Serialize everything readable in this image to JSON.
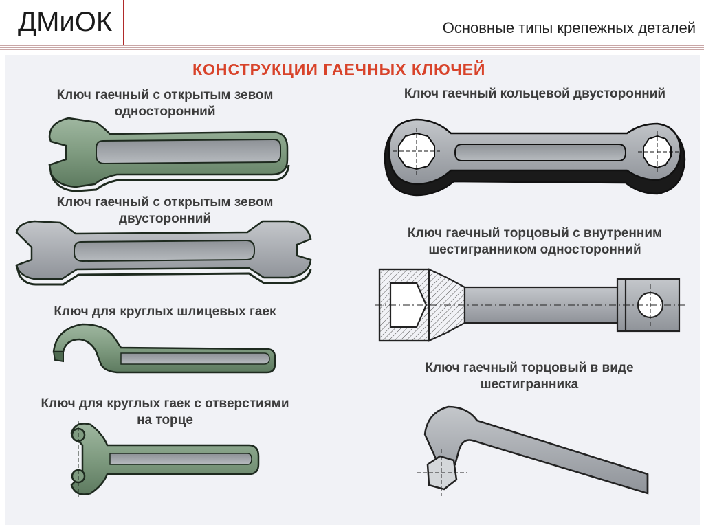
{
  "header": {
    "brand": "ДМиОК",
    "subtitle": "Основные типы крепежных деталей"
  },
  "slide": {
    "title": "КОНСТРУКЦИИ ГАЕЧНЫХ КЛЮЧЕЙ",
    "captions": {
      "open_single_l1": "Ключ гаечный с открытым зевом",
      "open_single_l2": "односторонний",
      "open_double_l1": "Ключ гаечный с открытым зевом",
      "open_double_l2": "двусторонний",
      "slotted": "Ключ для круглых шлицевых гаек",
      "face_holes_l1": "Ключ для круглых гаек с отверстиями",
      "face_holes_l2": "на торце",
      "ring_double": "Ключ гаечный кольцевой двусторонний",
      "socket_hex_l1": "Ключ гаечный торцовый с внутренним",
      "socket_hex_l2": "шестигранником односторонний",
      "hex_key_l1": "Ключ гаечный торцовый в виде",
      "hex_key_l2": "шестигранника"
    }
  },
  "colors": {
    "title_red": "#d8432a",
    "caption_gray": "#3c3c3c",
    "wrench_green": "#7f9b80",
    "wrench_dark": "#1e2a1f",
    "slot_gray": "#a8acb1"
  }
}
